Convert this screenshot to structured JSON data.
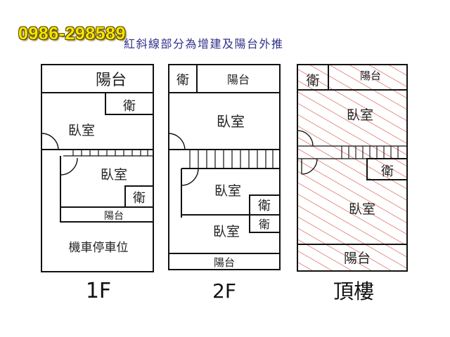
{
  "header": {
    "phone": "0986-298589",
    "note": "紅斜線部分為增建及陽台外推"
  },
  "floors": {
    "f1": {
      "name": "1F",
      "rooms": {
        "balcony_top": "陽台",
        "bath_top": "衛",
        "bedroom_top": "臥室",
        "bedroom_mid": "臥室",
        "bath_mid": "衛",
        "balcony_mid": "陽台",
        "parking": "機車停車位"
      }
    },
    "f2": {
      "name": "2F",
      "rooms": {
        "bath_top": "衛",
        "balcony_top": "陽台",
        "bedroom_top": "臥室",
        "bedroom_mid": "臥室",
        "bath_mid": "衛",
        "bedroom_low": "臥室",
        "bath_low": "衛",
        "balcony_bottom": "陽台"
      }
    },
    "roof": {
      "name": "頂樓",
      "rooms": {
        "bath_top": "衛",
        "balcony_top": "陽台",
        "bedroom_top": "臥室",
        "bath_mid": "衛",
        "bedroom_low": "臥室",
        "balcony_bottom": "陽台"
      }
    }
  },
  "colors": {
    "wall": "#111111",
    "hatch": "#d24a3a",
    "phone": "#f6e400",
    "note": "#30308a"
  }
}
